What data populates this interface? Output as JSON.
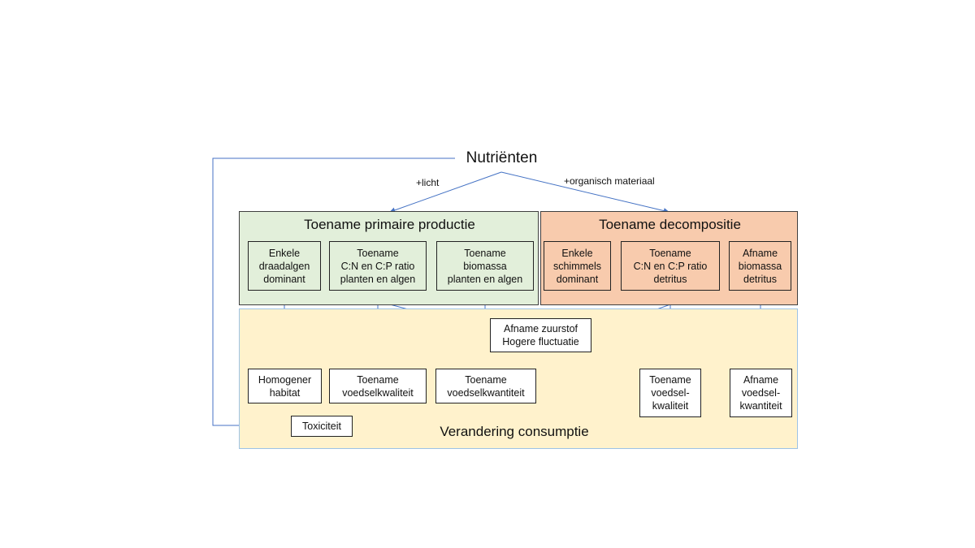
{
  "title": "Nutriënten",
  "edge_labels": {
    "light": "+licht",
    "organic": "+organisch materiaal"
  },
  "panels": {
    "primary": "Toename primaire productie",
    "decomposition": "Toename decompositie",
    "consumption": "Verandering consumptie"
  },
  "primary_boxes": [
    "Enkele\ndraadalgen\ndominant",
    "Toename\nC:N en C:P ratio\nplanten en algen",
    "Toename\nbiomassa\nplanten en algen"
  ],
  "decomposition_boxes": [
    "Enkele\nschimmels\ndominant",
    "Toename\nC:N en C:P ratio\ndetritus",
    "Afname\nbiomassa\ndetritus"
  ],
  "center_box": "Afname zuurstof\nHogere fluctuatie",
  "consumption_boxes": [
    "Homogener\nhabitat",
    "Toename\nvoedselkwaliteit",
    "Toename\nvoedselkwantiteit",
    "Toename\nvoedsel-\nkwaliteit",
    "Afname\nvoedsel-\nkwantiteit"
  ],
  "toxicity": "Toxiciteit",
  "colors": {
    "arrow": "#4472c4",
    "green_fill": "#e2efda",
    "orange_fill": "#f8cbad",
    "yellow_fill": "#fff2cc"
  }
}
